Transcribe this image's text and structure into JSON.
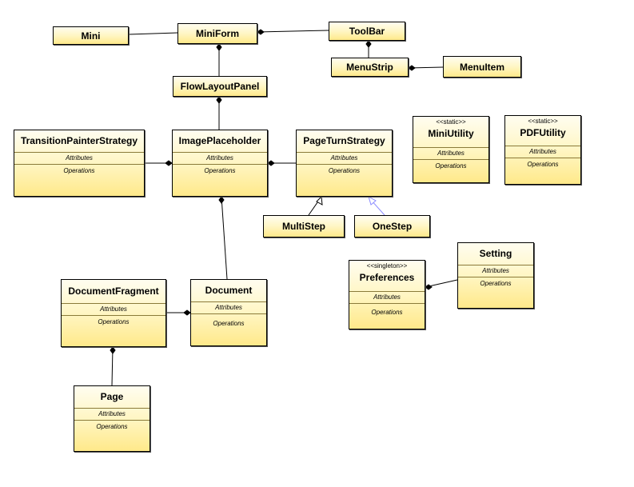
{
  "classes": {
    "mini": {
      "name": "Mini"
    },
    "miniform": {
      "name": "MiniForm"
    },
    "toolbar": {
      "name": "ToolBar"
    },
    "menustrip": {
      "name": "MenuStrip"
    },
    "menuitem": {
      "name": "MenuItem"
    },
    "flowlayoutpanel": {
      "name": "FlowLayoutPanel"
    },
    "multistep": {
      "name": "MultiStep"
    },
    "onestep": {
      "name": "OneStep"
    },
    "transitionpainterstrategy": {
      "name": "TransitionPainterStrategy",
      "attributes": "Attributes",
      "operations": "Operations"
    },
    "imageplaceholder": {
      "name": "ImagePlaceholder",
      "attributes": "Attributes",
      "operations": "Operations"
    },
    "pageturnstrategy": {
      "name": "PageTurnStrategy",
      "attributes": "Attributes",
      "operations": "Operations"
    },
    "miniutility": {
      "stereotype": "<<static>>",
      "name": "MiniUtility",
      "attributes": "Attributes",
      "operations": "Operations"
    },
    "pdfutility": {
      "stereotype": "<<static>>",
      "name": "PDFUtility",
      "attributes": "Attributes",
      "operations": "Operations"
    },
    "documentfragment": {
      "name": "DocumentFragment",
      "attributes": "Attributes",
      "operations": "Operations"
    },
    "document": {
      "name": "Document",
      "attributes": "Attributes",
      "operations": "Operations"
    },
    "preferences": {
      "stereotype": "<<singleton>>",
      "name": "Preferences",
      "attributes": "Attributes",
      "operations": "Operations"
    },
    "setting": {
      "name": "Setting",
      "attributes": "Attributes",
      "operations": "Operations"
    },
    "page": {
      "name": "Page",
      "attributes": "Attributes",
      "operations": "Operations"
    }
  },
  "colors": {
    "fill_top": "#fffdf0",
    "fill_bottom": "#ffe98a",
    "line": "#000000",
    "generalization_alt": "#8c8cff"
  }
}
